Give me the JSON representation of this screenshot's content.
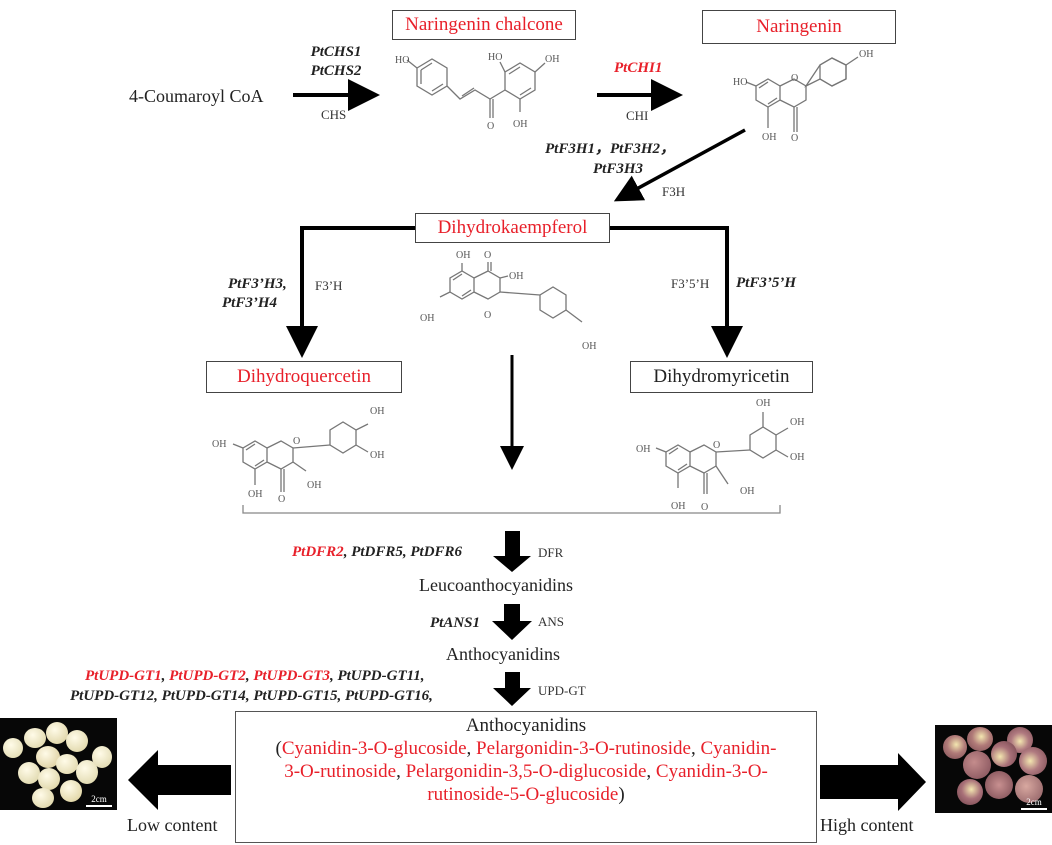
{
  "colors": {
    "highlight": "#e8202a",
    "text": "#222222",
    "arrow": "#000000"
  },
  "start": {
    "label": "4-Coumaroyl CoA"
  },
  "steps": {
    "chs": {
      "genes": [
        "PtCHS1",
        "PtCHS2"
      ],
      "enzyme": "CHS"
    },
    "chi": {
      "genes": [
        "PtCHI1"
      ],
      "enzyme": "CHI"
    },
    "f3h": {
      "genes_line1": "PtF3H1，PtF3H2，",
      "genes_line2": "PtF3H3",
      "enzyme": "F3H"
    },
    "f3ph": {
      "genes_line1": "PtF3’H3,",
      "genes_line2": "PtF3’H4",
      "enzyme": "F3’H"
    },
    "f35h": {
      "genes": [
        "PtF3’5’H"
      ],
      "enzyme": "F3’5’H"
    },
    "dfr": {
      "genes": [
        "PtDFR2",
        "PtDFR5",
        "PtDFR6"
      ],
      "highlighted": [
        "PtDFR2"
      ],
      "enzyme": "DFR"
    },
    "ans": {
      "genes": [
        "PtANS1"
      ],
      "enzyme": "ANS"
    },
    "updgt": {
      "genes_line1": [
        "PtUPD-GT1",
        "PtUPD-GT2",
        "PtUPD-GT3",
        "PtUPD-GT11"
      ],
      "genes_line2": [
        "PtUPD-GT12",
        "PtUPD-GT14",
        "PtUPD-GT15",
        "PtUPD-GT16"
      ],
      "highlighted": [
        "PtUPD-GT1",
        "PtUPD-GT2",
        "PtUPD-GT3"
      ],
      "enzyme": "UPD-GT"
    }
  },
  "compounds": {
    "naringenin_chalcone": {
      "label": "Naringenin chalcone",
      "highlighted": true
    },
    "naringenin": {
      "label": "Naringenin",
      "highlighted": true
    },
    "dihydrokaempferol": {
      "label": "Dihydrokaempferol",
      "highlighted": true
    },
    "dihydroquercetin": {
      "label": "Dihydroquercetin",
      "highlighted": true
    },
    "dihydromyricetin": {
      "label": "Dihydromyricetin",
      "highlighted": false
    },
    "leucoanthocyanidins": {
      "label": "Leucoanthocyanidins"
    },
    "anthocyanidins": {
      "label": "Anthocyanidins"
    }
  },
  "final": {
    "title": "Anthocyanidins",
    "open_paren": "(",
    "close_paren": ")",
    "sep": ", ",
    "items": {
      "c3g": "Cyanidin-3-O-glucoside",
      "p3r": "Pelargonidin-3-O-rutinoside",
      "c3r_a": "Cyanidin-",
      "c3r_b": "3-O-rutinoside",
      "p35dg": "Pelargonidin-3,5-O-diglucoside",
      "c3r5g_a": "Cyanidin-3-O-",
      "c3r5g_b": "rutinoside-5-O-glucoside"
    }
  },
  "outcomes": {
    "low": {
      "label": "Low content",
      "scale": "2cm"
    },
    "high": {
      "label": "High content",
      "scale": "2cm"
    }
  },
  "molecule_atoms": {
    "oh": "OH",
    "ho": "HO",
    "o": "O"
  }
}
